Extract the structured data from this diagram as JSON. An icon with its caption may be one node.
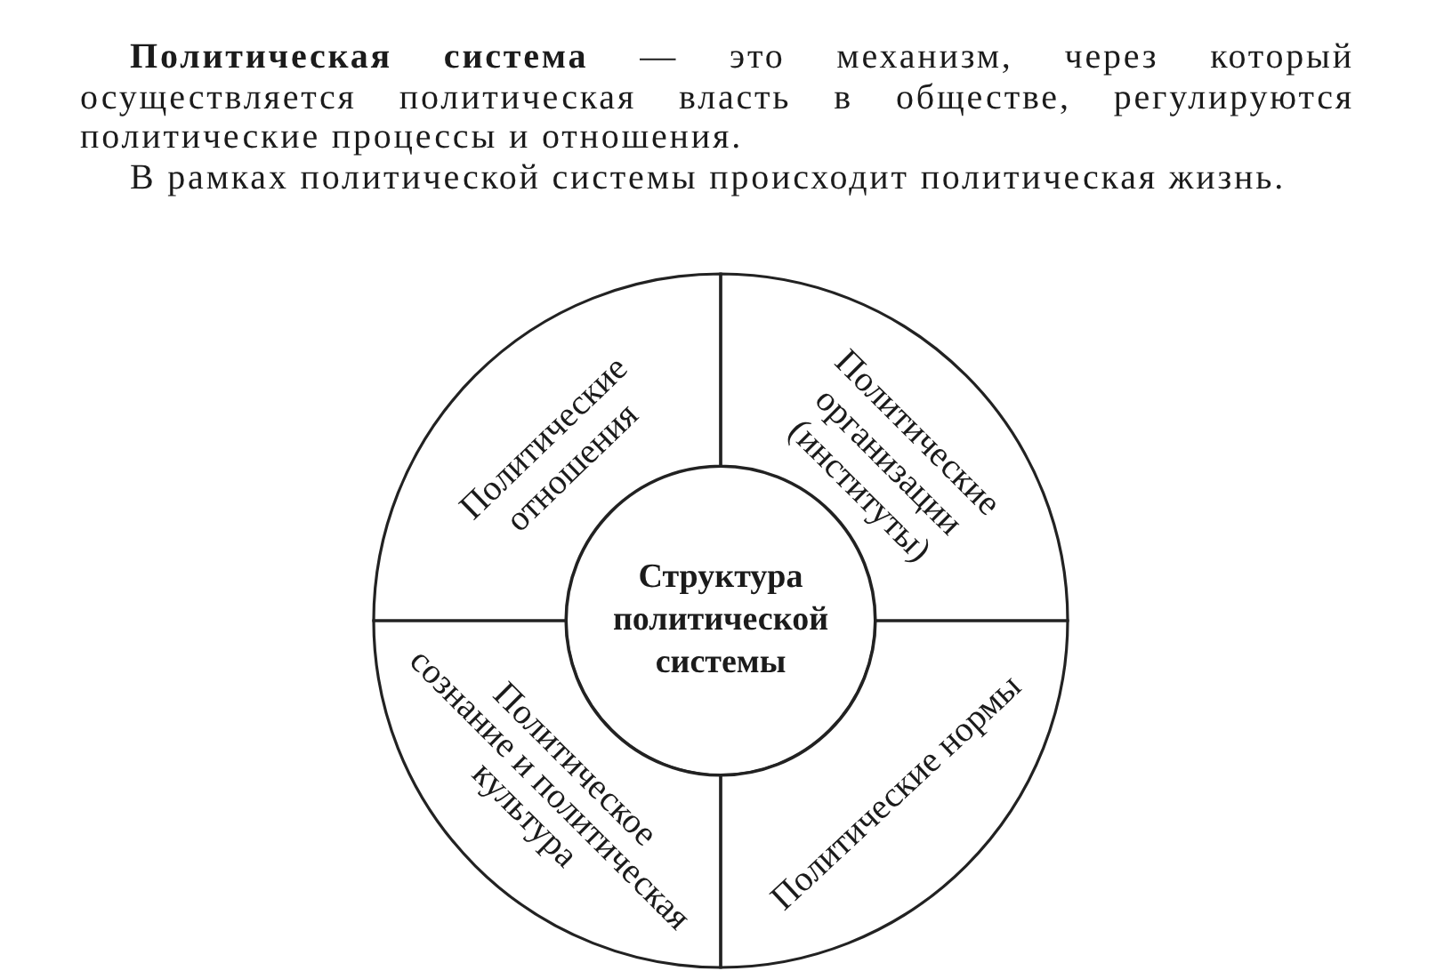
{
  "diagram": {
    "nodes": [
      {
        "text": [
          "Политические отношения"
        ]
      },
      {
        "text": [
          "Политические организации (институты)"
        ]
      },
      {
        "text": [
          "Структура политической системы"
        ]
      },
      {
        "text": [
          "Политическое сознание и политическая культура"
        ]
      },
      {
        "text": [
          "Политические нормы"
        ]
      }
    ],
    "labels": [
      "**Политическая система** — это механизм, через который осуществляется политическая власть в обществе, регулируются политические процессы и отношения.",
      "В рамках политической системы происходит политическая жизнь."
    ]
  }
}
